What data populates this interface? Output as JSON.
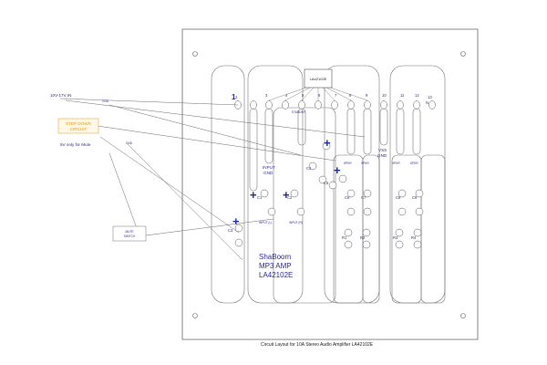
{
  "supply_label": "10V-17V IN",
  "gnd_labels": [
    "GND",
    "GND"
  ],
  "stepdown": {
    "title": "STEP DOWN",
    "subtitle": "CIRCUIT"
  },
  "mute_label": "5V only for Mute",
  "mute_switch": {
    "line1": "MUTE",
    "line2": "SWITCH"
  },
  "chip_label": "LA42102E",
  "pin_one": "1",
  "pin_labels": [
    "2",
    "3",
    "4",
    "5",
    "6",
    "7",
    "8",
    "9",
    "10",
    "11",
    "12",
    "13"
  ],
  "pin_nc": "N.C.",
  "stdby": "STANDBY",
  "input_gnd": {
    "line1": "INPUT",
    "line2": "GND"
  },
  "vss_gnd": {
    "line1": "VSS",
    "line2": "GND"
  },
  "spkr_labels": [
    "SPKR",
    "SPKR",
    "SPKR",
    "SPKR"
  ],
  "inputs": [
    "INPUT (L)",
    "INPUT (R)"
  ],
  "caps": [
    "C1",
    "C2",
    "C3",
    "C4",
    "C5",
    "C6",
    "C7",
    "C8",
    "C9"
  ],
  "resistors": [
    "R1",
    "R2",
    "R3",
    "R4"
  ],
  "plus_sign": "+",
  "board_title": [
    "ShaBoom",
    "MP3 AMP",
    "LA42102E"
  ],
  "caption": "Circuit Layout for 10A Stereo Audio Amplifier LA42102E",
  "colors": {
    "blue": "#2b2b9a",
    "orange": "#e39b22",
    "line": "#555555"
  }
}
